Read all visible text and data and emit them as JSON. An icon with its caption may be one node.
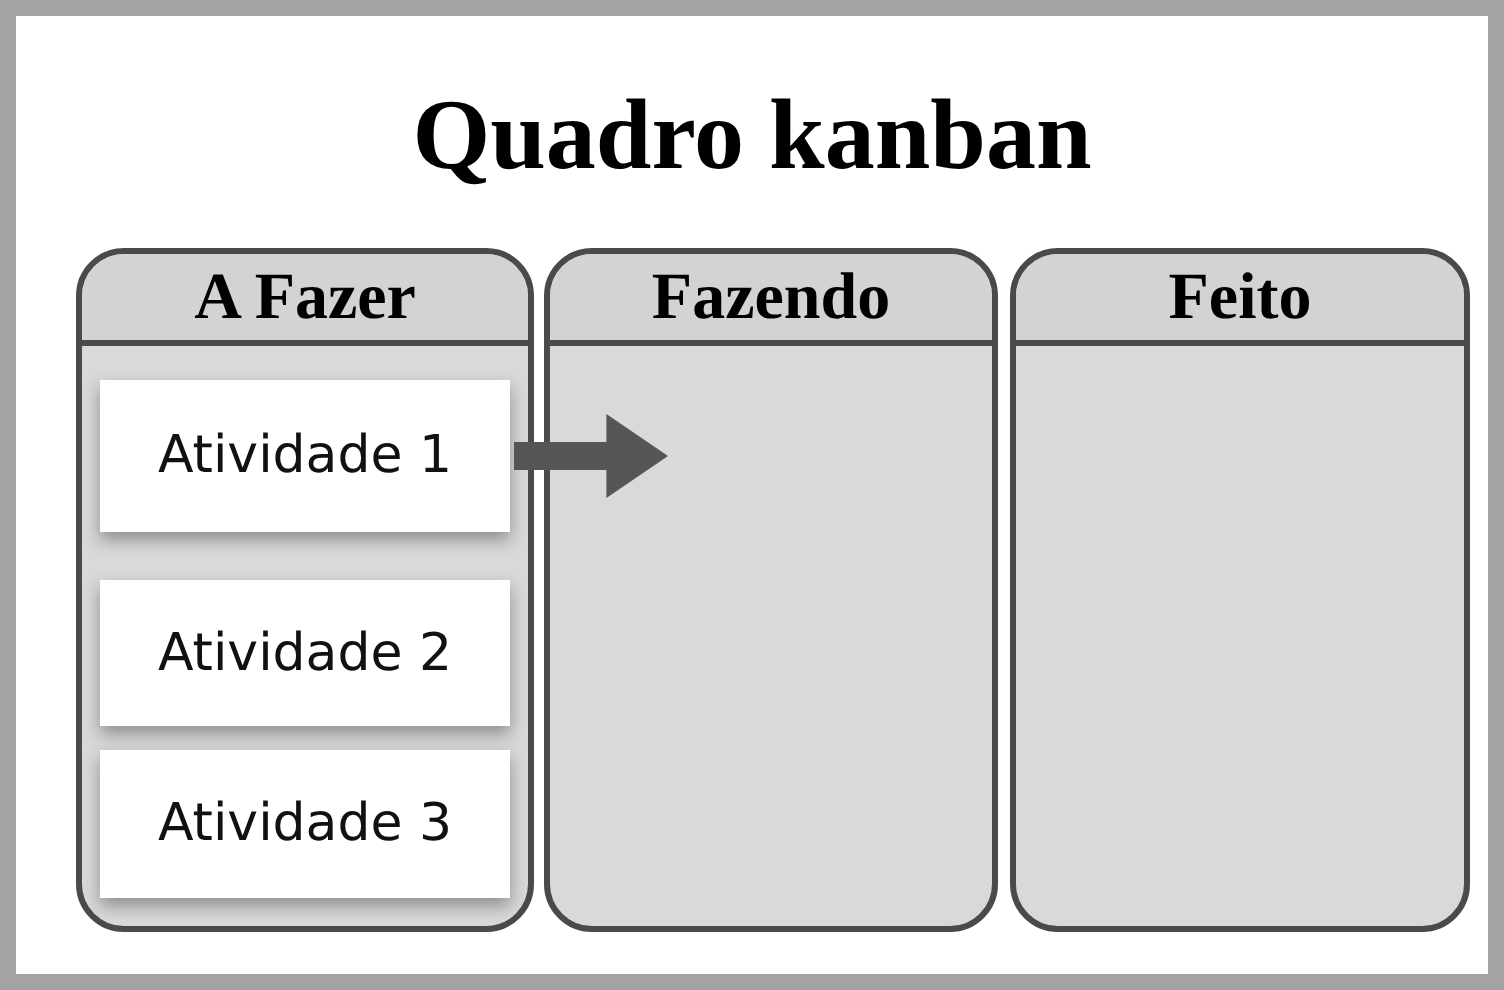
{
  "diagram": {
    "title": "Quadro kanban",
    "nodes": [
      {
        "text": [
          "A Fazer"
        ]
      },
      {
        "text": [
          "Fazendo"
        ]
      },
      {
        "text": [
          "Feito"
        ]
      },
      {
        "text": [
          "Atividade 1"
        ],
        "in": 0
      },
      {
        "text": [
          "Atividade 2"
        ],
        "in": 0
      },
      {
        "text": [
          "Atividade 3"
        ],
        "in": 0
      }
    ],
    "edges": [
      {
        "from": 3,
        "to": 1,
        "arrow": "to"
      }
    ]
  }
}
